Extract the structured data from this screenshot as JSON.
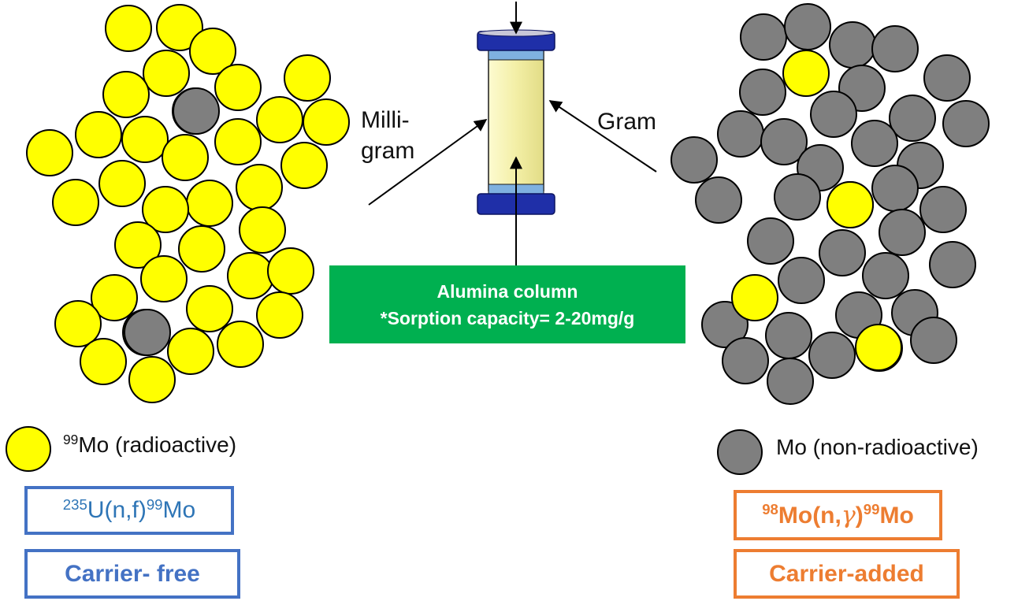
{
  "colors": {
    "radioactive": "#ffff00",
    "non_radioactive": "#7f7f7f",
    "column_box": "#00b050",
    "blue_frame": "#4472c4",
    "blue_text_light": "#2e75b6",
    "orange_frame": "#ed7d31",
    "column_cap": "#1f2fa8"
  },
  "labels": {
    "milli_line1": "Milli-",
    "milli_line2": "gram",
    "gram": "Gram",
    "column_line1": "Alumina column",
    "column_line2": "*Sorption capacity= 2-20mg/g"
  },
  "legend": {
    "left": {
      "sup": "99",
      "text": "Mo (radioactive)",
      "icon": "yellow-circle"
    },
    "right": {
      "text": "Mo (non-radioactive)",
      "icon": "gray-circle"
    }
  },
  "reactions": {
    "left": {
      "sup1": "235",
      "part1": "U(n,f)",
      "sup2": "99",
      "part2": "Mo"
    },
    "right": {
      "sup1": "98",
      "part1": "Mo(n,",
      "gamma": "γ",
      "part1b": ")",
      "sup2": "99",
      "part2": "Mo"
    }
  },
  "carrier": {
    "left": "Carrier- free",
    "right": "Carrier-added"
  }
}
